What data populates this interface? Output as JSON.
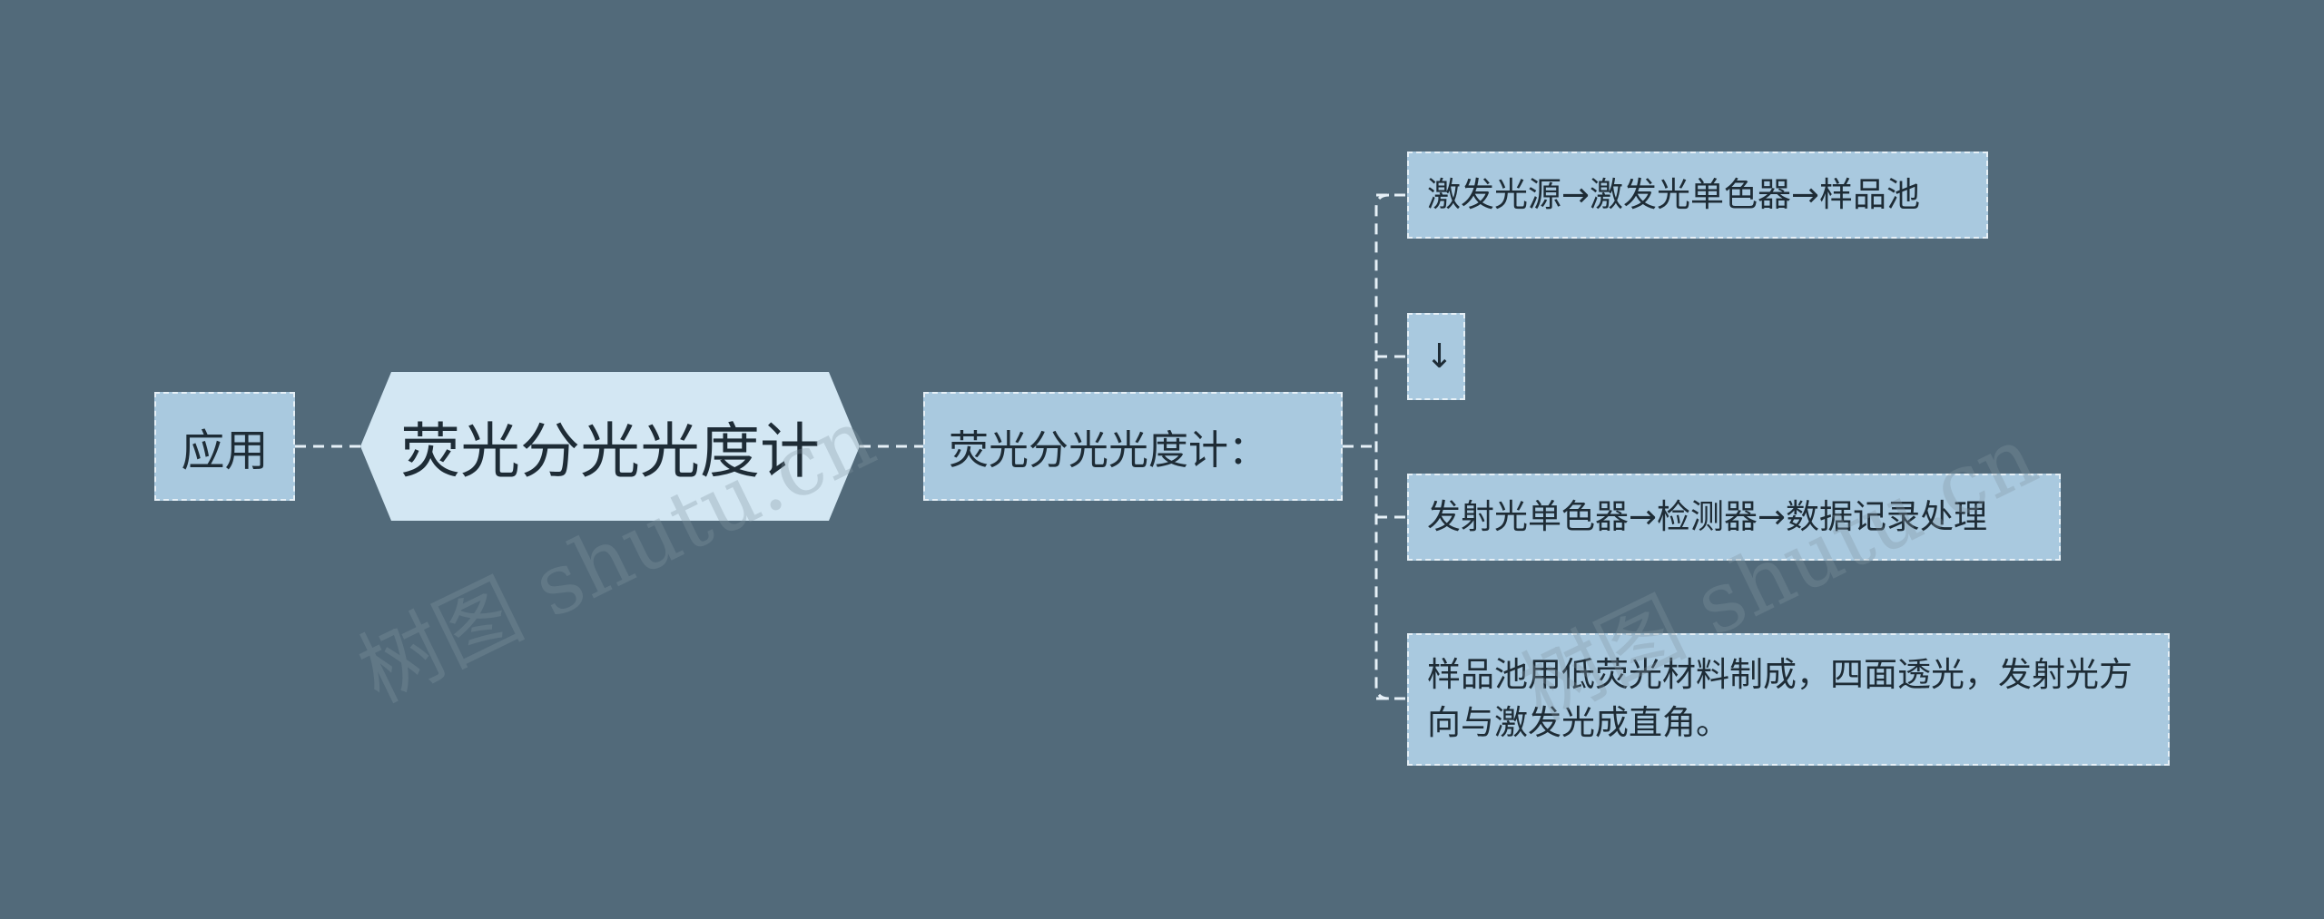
{
  "diagram": {
    "left_node": {
      "label": "应用"
    },
    "root_node": {
      "label": "荧光分光光度计"
    },
    "mid_node": {
      "label": "荧光分光光度计："
    },
    "leaves": [
      {
        "label": "激发光源→激发光单色器→样品池"
      },
      {
        "label": "↓"
      },
      {
        "label": "发射光单色器→检测器→数据记录处理"
      },
      {
        "label": "样品池用低荧光材料制成，四面透光，发射光方向与激发光成直角。"
      }
    ]
  },
  "watermark": {
    "text_1": "树图 shutu.cn",
    "text_2": "树图 shutu.cn"
  },
  "colors": {
    "background": "#526a7a",
    "node_fill": "#a9c9df",
    "root_fill": "#d3e7f3",
    "node_border": "#e6f0f7",
    "connector": "#e6f0f7",
    "text": "#1e2c36"
  }
}
